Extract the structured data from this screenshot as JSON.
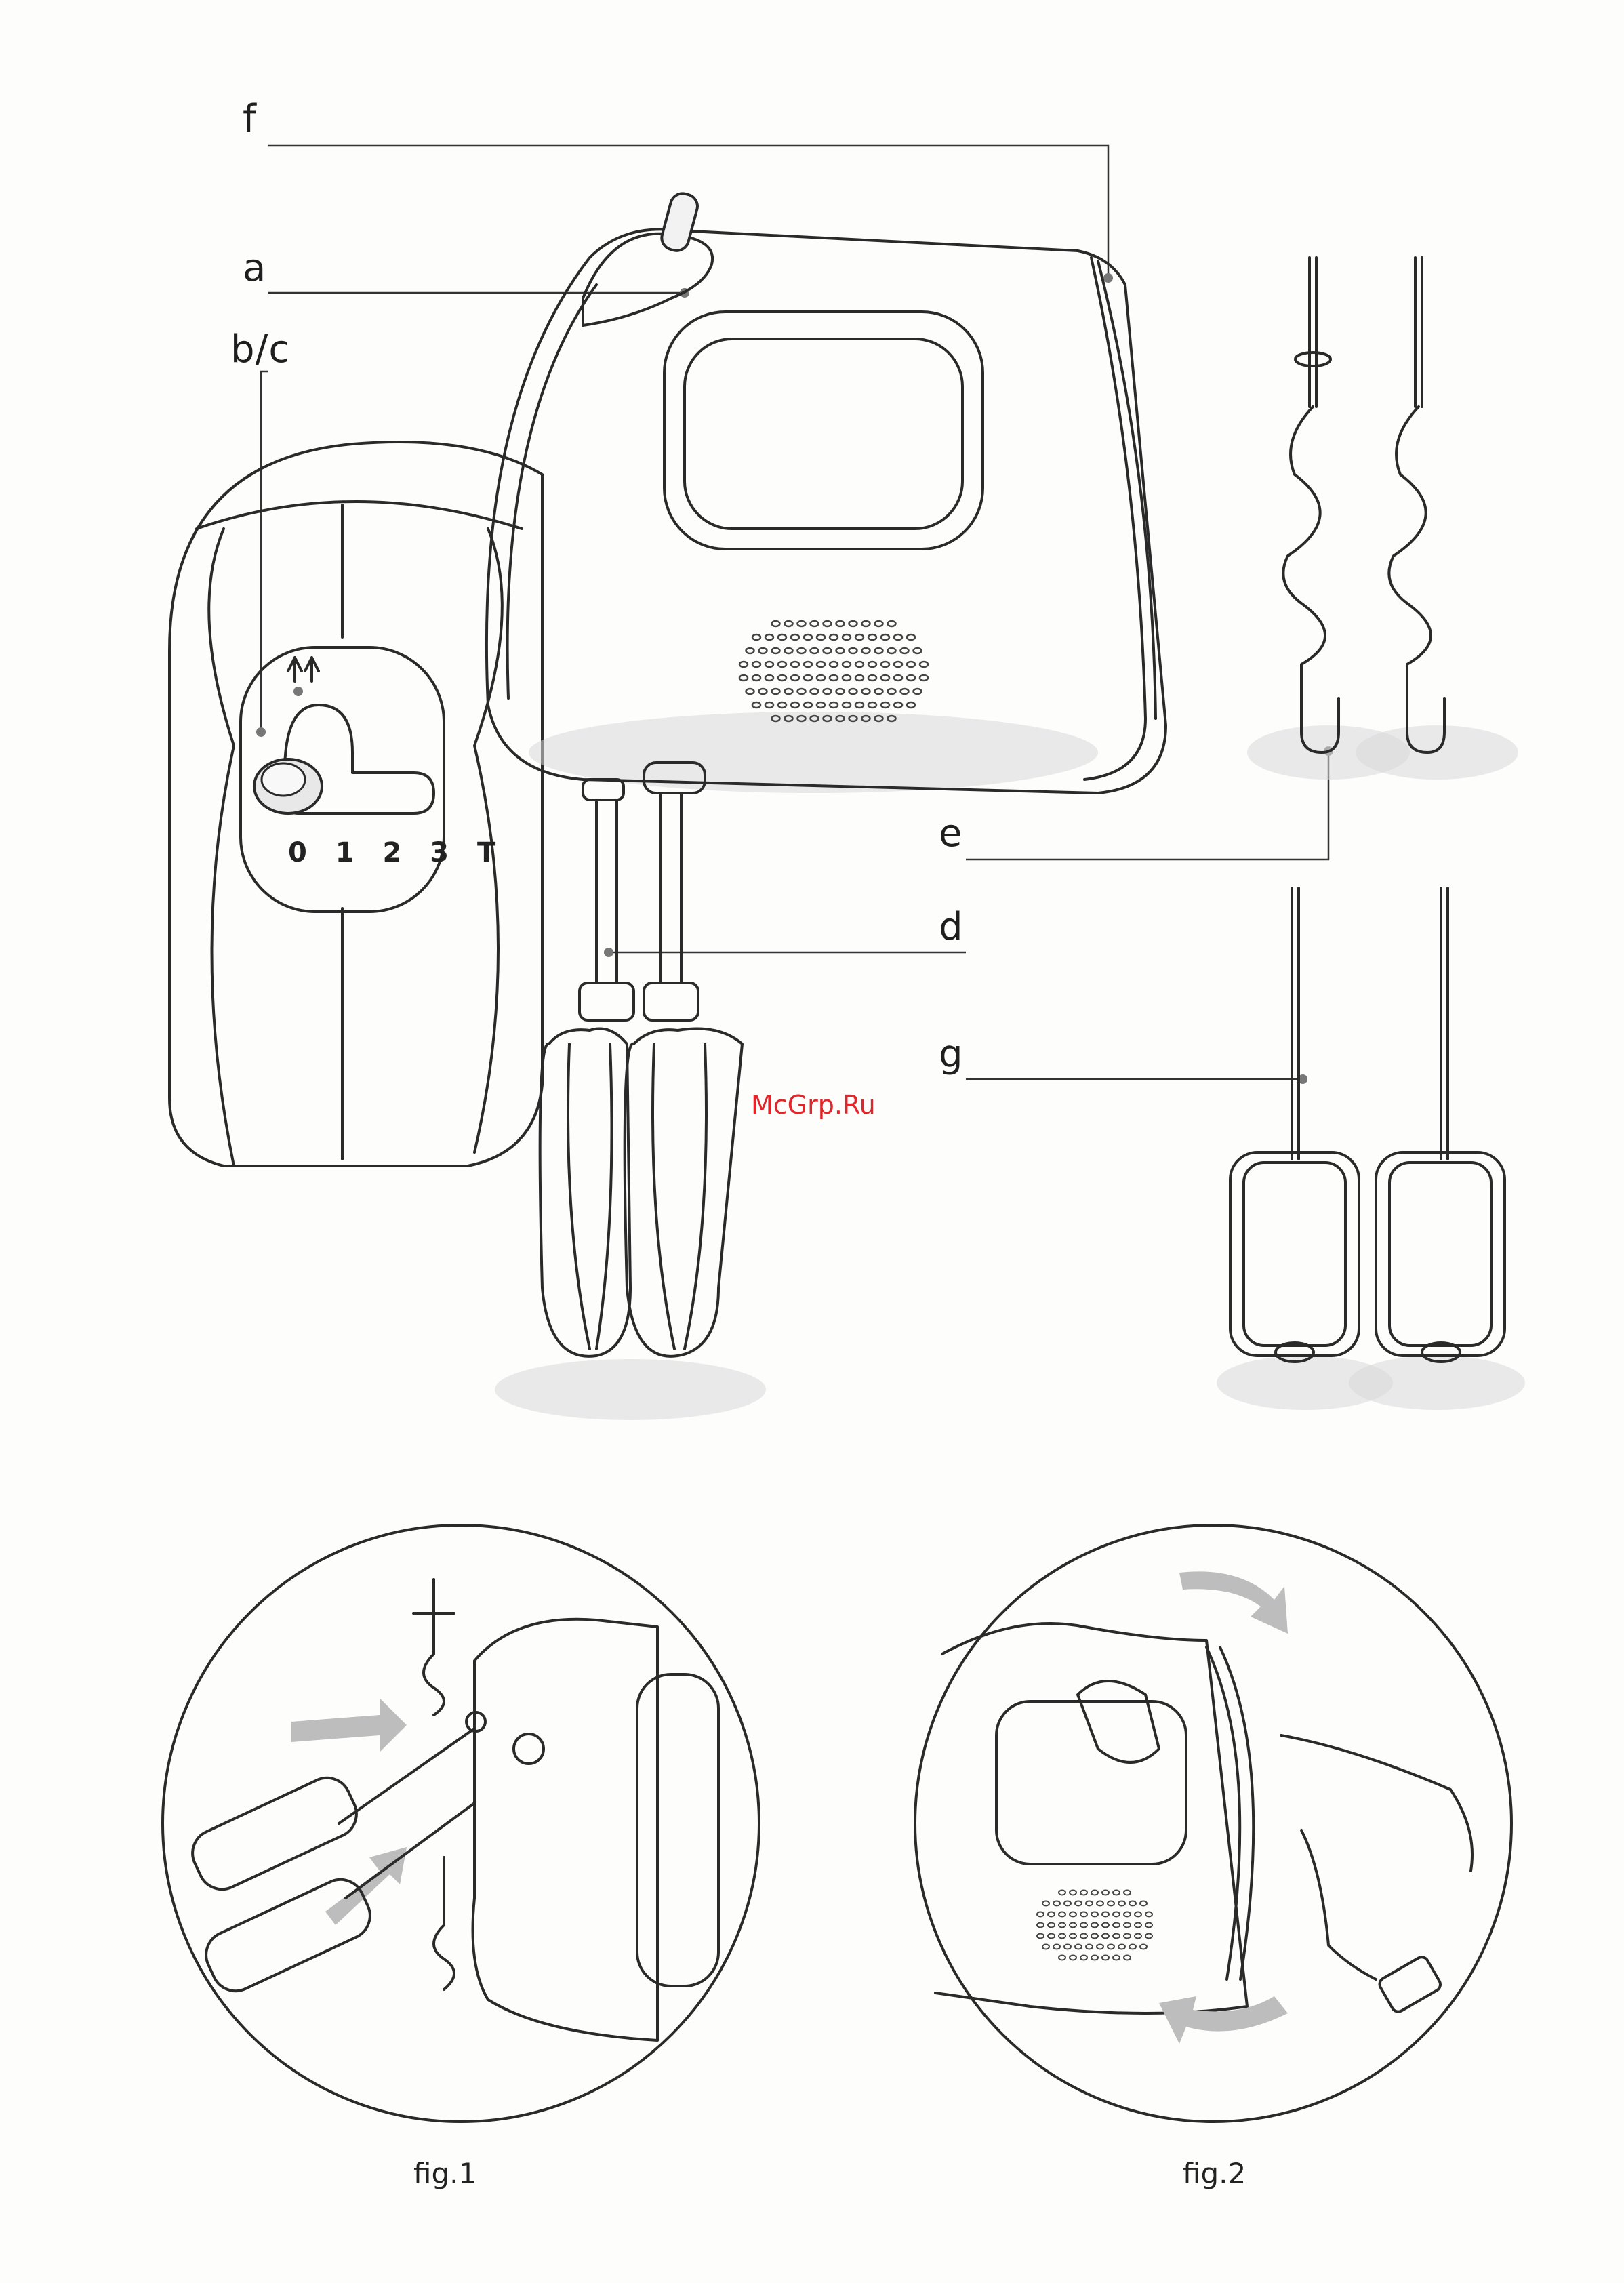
{
  "labels": {
    "f": "f",
    "a": "a",
    "bc": "b/c",
    "e": "e",
    "d": "d",
    "g": "g"
  },
  "speed_dial": "0 1 2 3 T",
  "watermark": "McGrp.Ru",
  "captions": {
    "fig1": "fig.1",
    "fig2": "fig.2"
  }
}
